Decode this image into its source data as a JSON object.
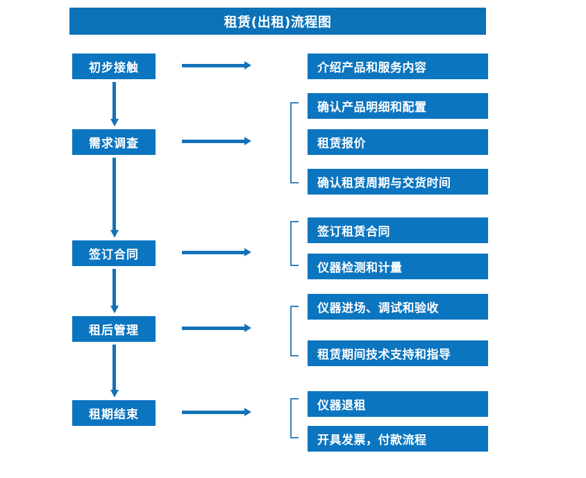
{
  "diagram": {
    "title": "租赁(出租)流程图",
    "colors": {
      "node_blue": "#0B75C0",
      "title_blue": "#0B72B8",
      "arrow_blue": "#1372B8",
      "bracket_blue": "#3D7FB5",
      "text_white": "#FFFFFF",
      "background": "#FFFFFF"
    },
    "stages": [
      {
        "id": "stage-1",
        "label": "初步接触",
        "outputs": [
          {
            "label": "介绍产品和服务内容"
          }
        ],
        "bracketed": false
      },
      {
        "id": "stage-2",
        "label": "需求调查",
        "outputs": [
          {
            "label": "确认产品明细和配置"
          },
          {
            "label": "租赁报价"
          },
          {
            "label": "确认租赁周期与交货时间"
          }
        ],
        "bracketed": true
      },
      {
        "id": "stage-3",
        "label": "签订合同",
        "outputs": [
          {
            "label": "签订租赁合同"
          },
          {
            "label": "仪器检测和计量"
          }
        ],
        "bracketed": true
      },
      {
        "id": "stage-4",
        "label": "租后管理",
        "outputs": [
          {
            "label": "仪器进场、调试和验收"
          },
          {
            "label": "租赁期间技术支持和指导"
          }
        ],
        "bracketed": true
      },
      {
        "id": "stage-5",
        "label": "租期结束",
        "outputs": [
          {
            "label": "仪器退租"
          },
          {
            "label": "开具发票，付款流程"
          }
        ],
        "bracketed": true
      }
    ],
    "flow_arrows": {
      "down_arrow_name": "down-arrow-icon",
      "right_arrow_name": "right-arrow-icon",
      "bracket_name": "group-bracket"
    }
  }
}
